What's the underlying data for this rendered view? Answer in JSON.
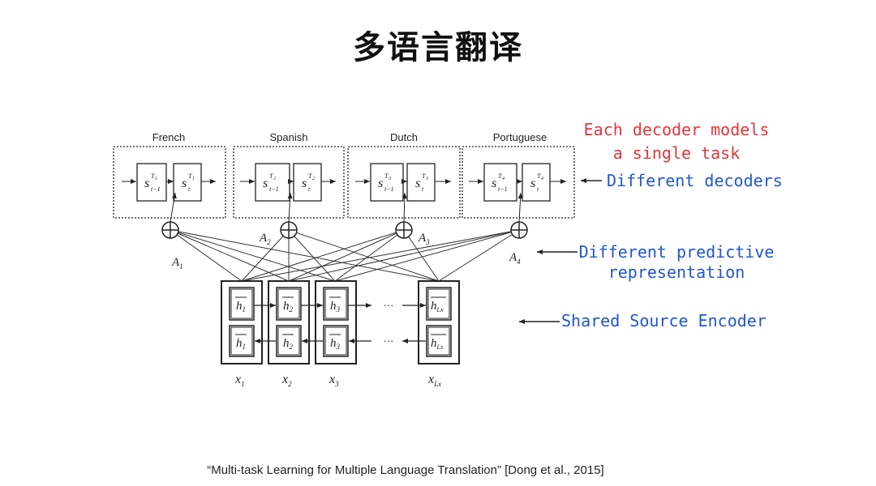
{
  "slide": {
    "title": "多语言翻译",
    "citation": "“Multi-task Learning for Multiple Language Translation”  [Dong et al., 2015]"
  },
  "decoders": [
    {
      "language": "French",
      "state_prev": "s",
      "state_cur": "s",
      "task_sup": "T",
      "task_idx": "1",
      "sub_prev": "t−1",
      "sub_cur": "t",
      "attention": "A",
      "attention_idx": "1"
    },
    {
      "language": "Spanish",
      "state_prev": "s",
      "state_cur": "s",
      "task_sup": "T",
      "task_idx": "2",
      "sub_prev": "t−1",
      "sub_cur": "t",
      "attention": "A",
      "attention_idx": "2"
    },
    {
      "language": "Dutch",
      "state_prev": "s",
      "state_cur": "s",
      "task_sup": "T",
      "task_idx": "3",
      "sub_prev": "t−1",
      "sub_cur": "t",
      "attention": "A",
      "attention_idx": "3"
    },
    {
      "language": "Portuguese",
      "state_prev": "s",
      "state_cur": "s",
      "task_sup": "T",
      "task_idx": "4",
      "sub_prev": "t−1",
      "sub_cur": "t",
      "attention": "A",
      "attention_idx": "4"
    }
  ],
  "encoder": {
    "hidden": "h",
    "ellipsis": "···",
    "columns": [
      {
        "input": "x",
        "sub": "1"
      },
      {
        "input": "x",
        "sub": "2"
      },
      {
        "input": "x",
        "sub": "3"
      },
      {
        "input": "x",
        "sub": "Lx"
      }
    ]
  },
  "annotations": {
    "decoder_models": [
      "Each decoder models",
      "a single task"
    ],
    "different_decoders": "Different decoders",
    "predictive_repr": [
      "Different predictive",
      "representation"
    ],
    "shared_encoder": "Shared Source Encoder"
  },
  "colors": {
    "red_note": "#e8343a",
    "blue_note": "#2255d4",
    "line": "#222222"
  }
}
